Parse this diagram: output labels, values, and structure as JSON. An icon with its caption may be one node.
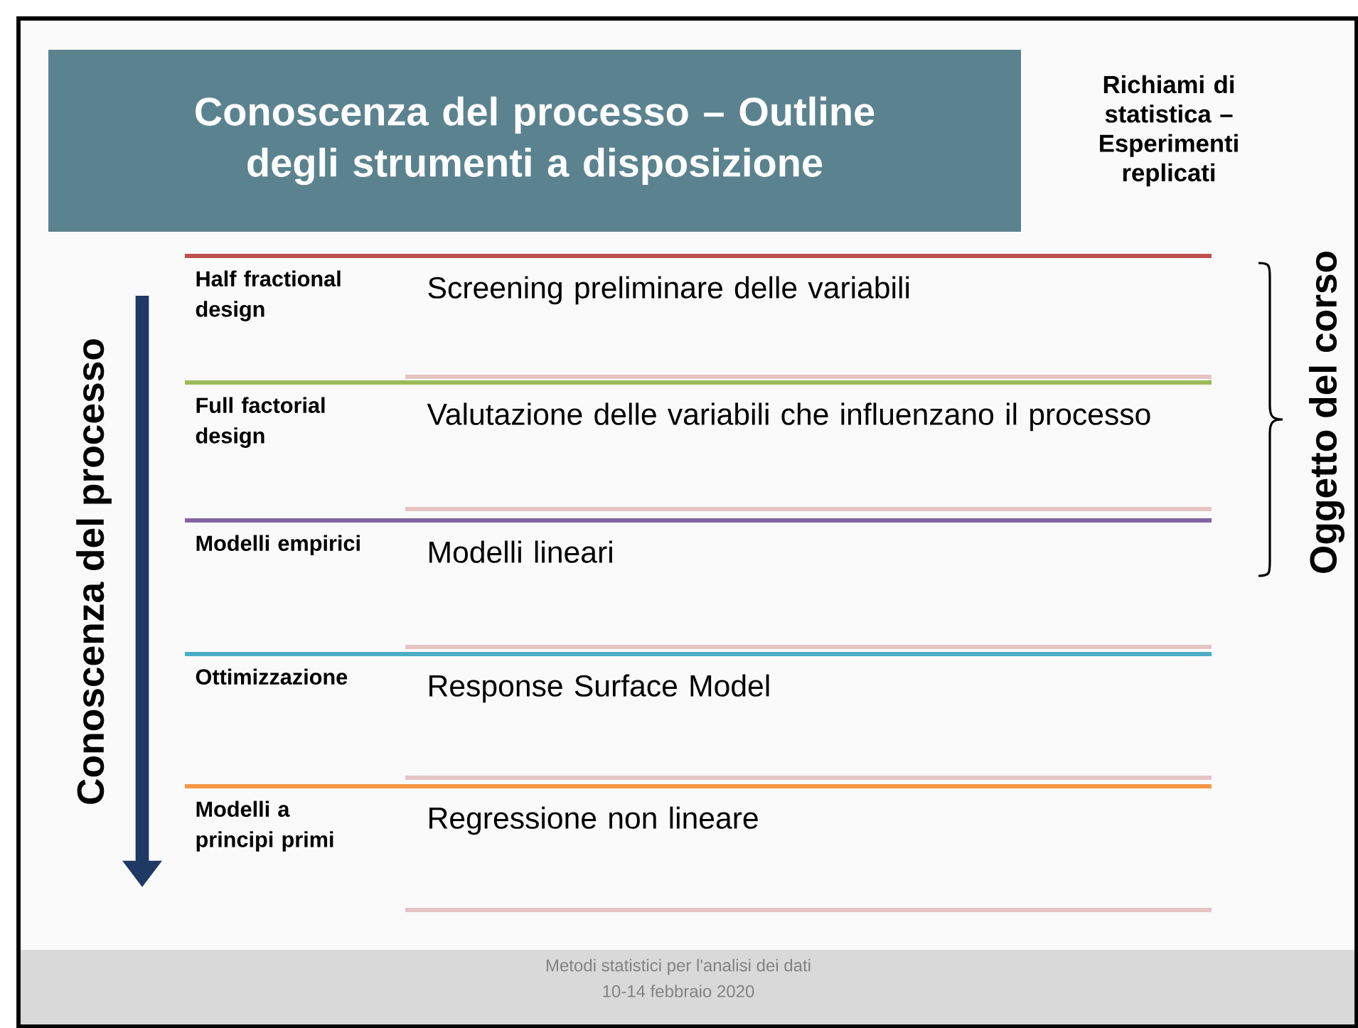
{
  "diagram": {
    "nodes": [
      {
        "text": [
          "Conoscenza del processo – Outline degli strumenti a disposizione"
        ]
      }
    ],
    "labels": [
      "Richiami di statistica – Esperimenti replicati",
      "Conoscenza del processo",
      "Oggetto del corso",
      "Half fractional design",
      "Screening preliminare delle variabili",
      "Full factorial design",
      "Valutazione delle variabili che influenzano il processo",
      "Modelli empirici",
      "Modelli lineari",
      "Ottimizzazione",
      "Response Surface Model",
      "Modelli a principi primi",
      "Regressione non lineare",
      "Metodi statistici per l'analisi dei dati",
      "10-14 febbraio 2020"
    ]
  }
}
